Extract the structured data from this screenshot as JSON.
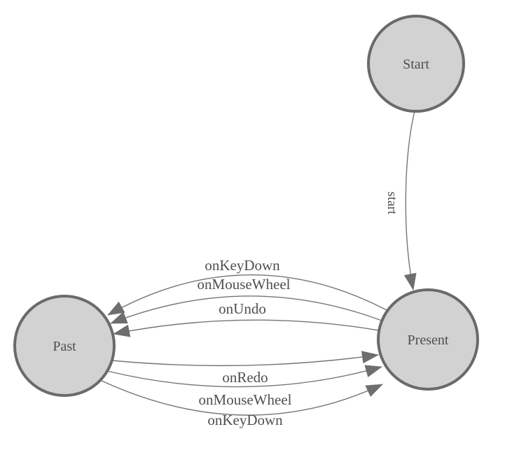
{
  "diagram": {
    "type": "state-machine",
    "background": "#ffffff",
    "colors": {
      "background": "#ffffff",
      "node_fill": "#d2d2d2",
      "node_stroke": "#6a6a6a",
      "edge_line": "#757575",
      "arrowhead": "#6e6e6e",
      "label_text": "#4f4f4f"
    },
    "nodes": [
      {
        "id": "start",
        "label": "Start"
      },
      {
        "id": "present",
        "label": "Present"
      },
      {
        "id": "past",
        "label": "Past"
      }
    ],
    "edges": [
      {
        "from": "Start",
        "to": "Present",
        "label": "start"
      },
      {
        "from": "Present",
        "to": "Past",
        "label": "onKeyDown"
      },
      {
        "from": "Present",
        "to": "Past",
        "label": "onMouseWheel"
      },
      {
        "from": "Present",
        "to": "Past",
        "label": "onUndo"
      },
      {
        "from": "Past",
        "to": "Present",
        "label": "onRedo"
      },
      {
        "from": "Past",
        "to": "Present",
        "label": "onMouseWheel"
      },
      {
        "from": "Past",
        "to": "Present",
        "label": "onKeyDown"
      }
    ]
  }
}
